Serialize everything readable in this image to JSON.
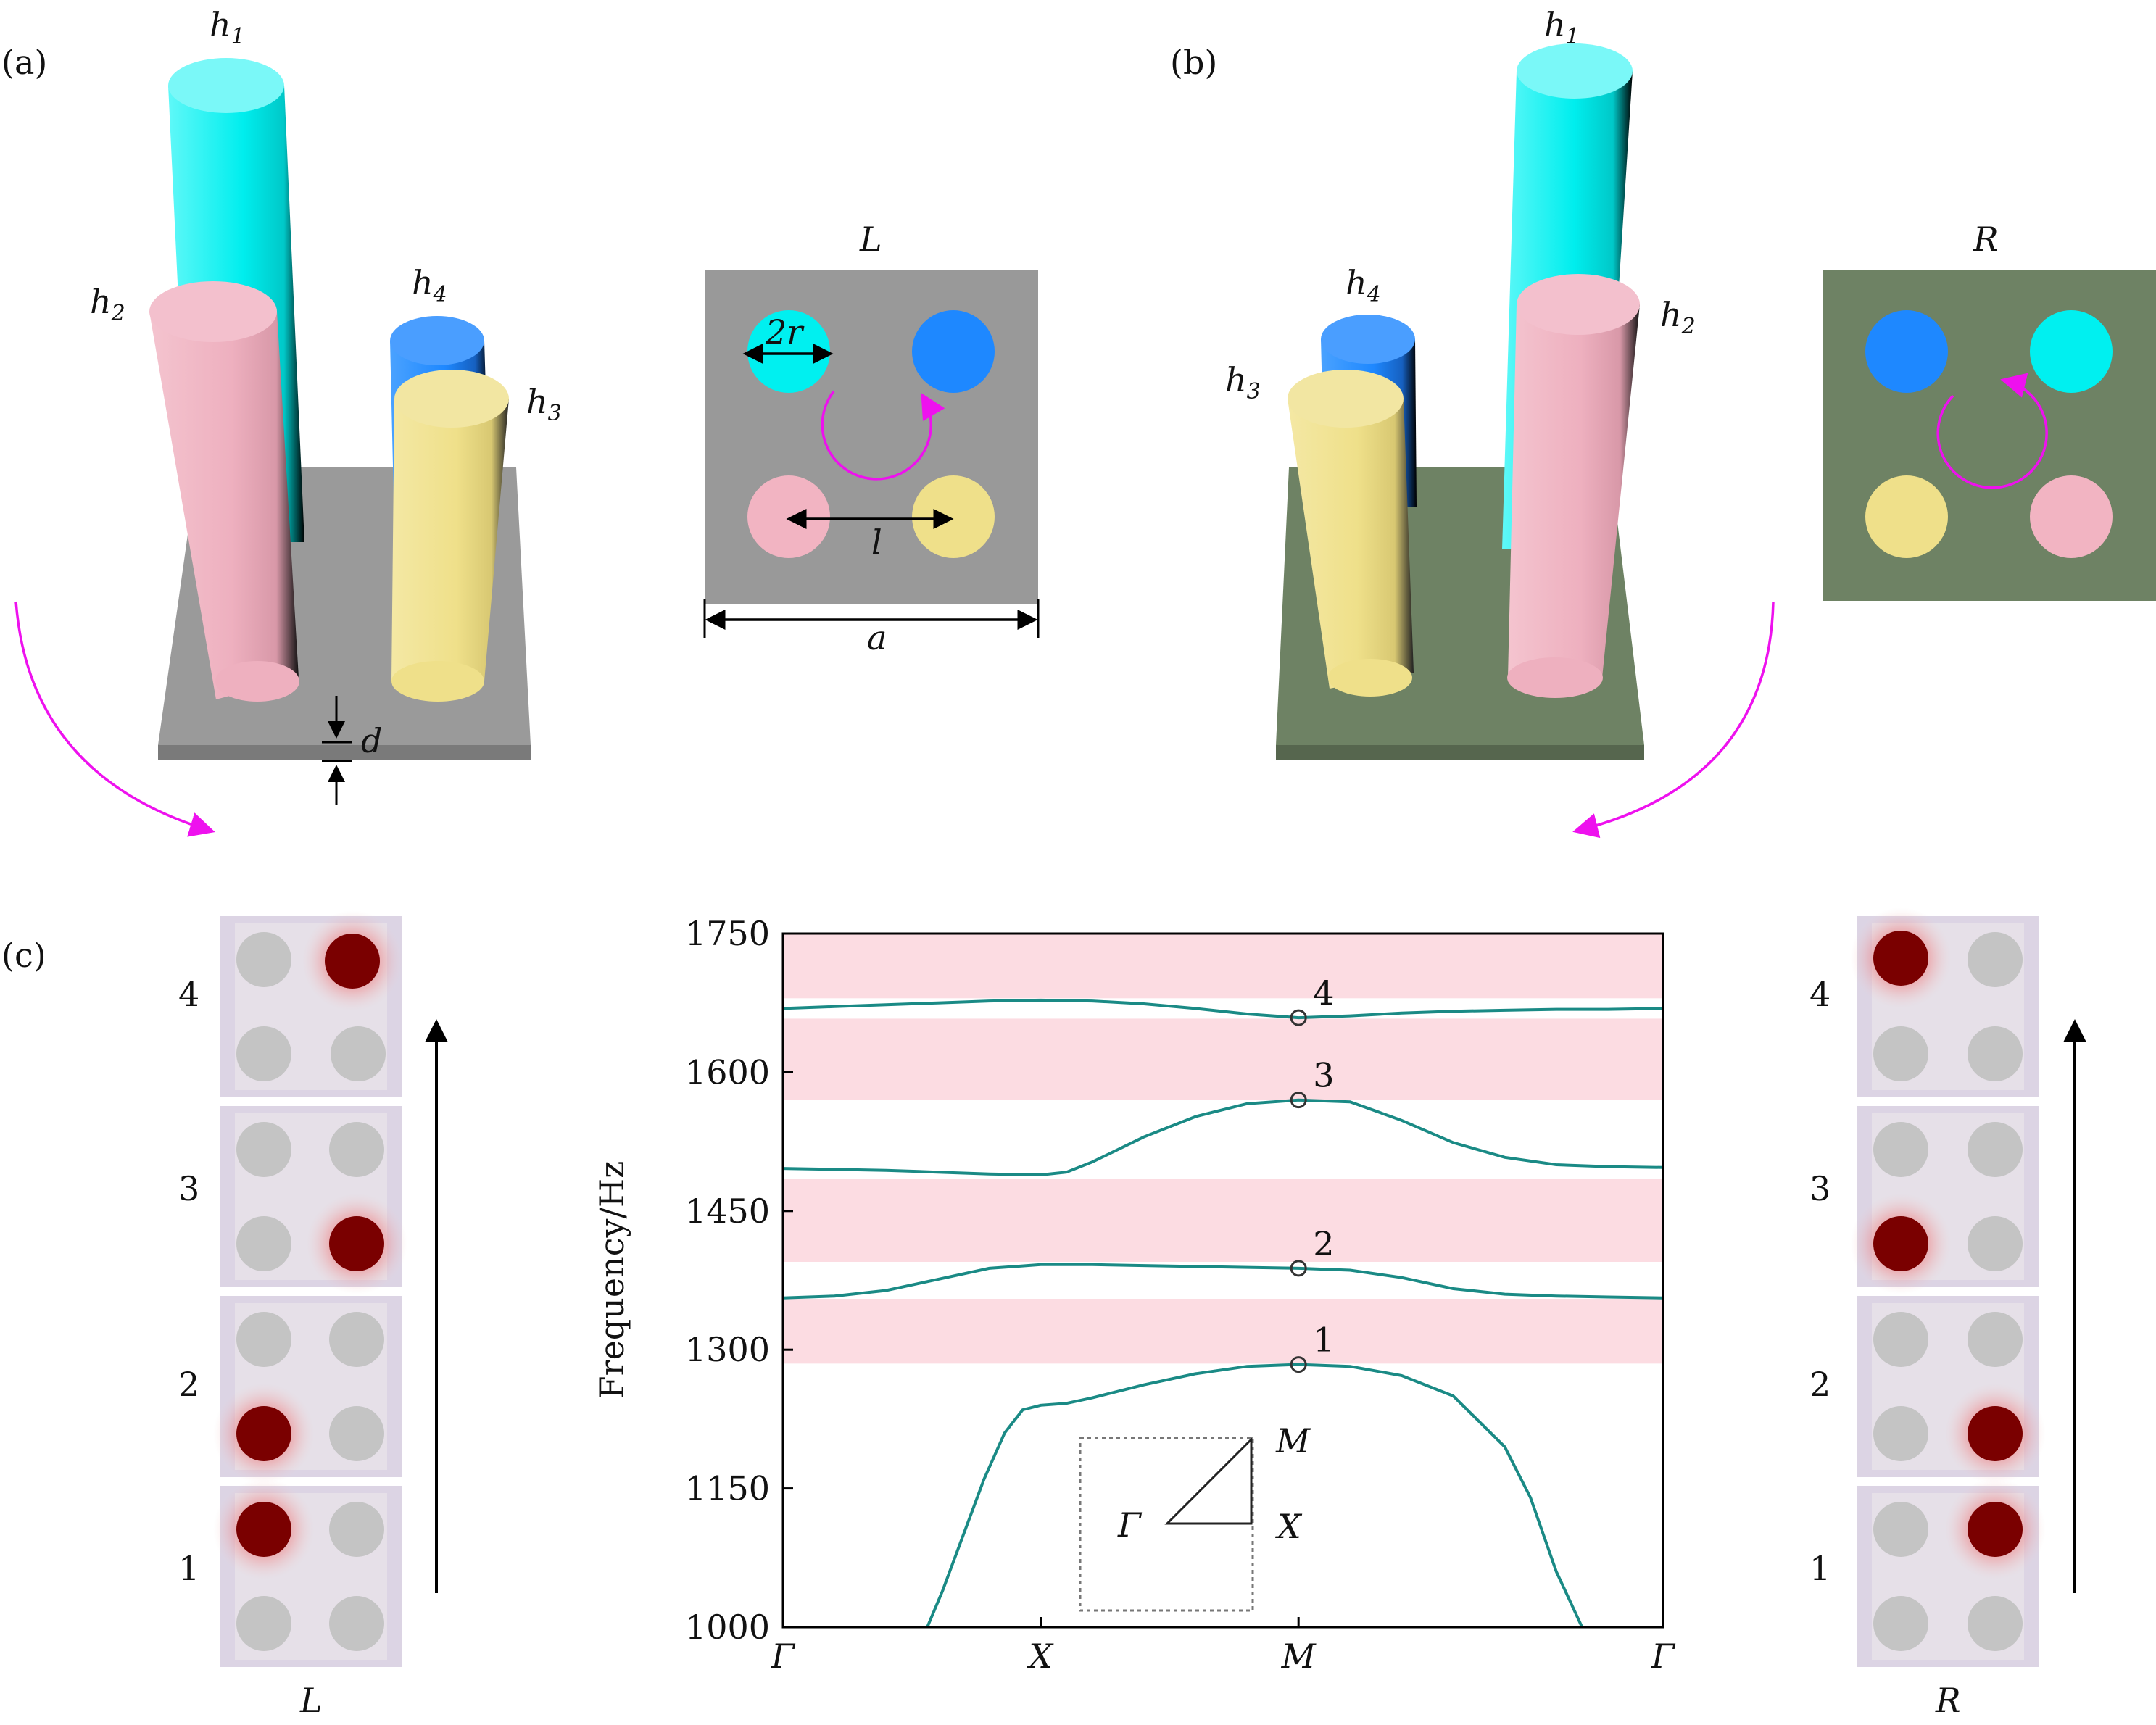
{
  "panels": {
    "a": {
      "tag": "(a)",
      "heights": [
        "h",
        "h",
        "h",
        "h"
      ],
      "height_subscripts": [
        "1",
        "2",
        "3",
        "4"
      ],
      "thickness_label": "d",
      "top_view": {
        "title": "L",
        "diameter_label": "2r",
        "spacing_label": "l",
        "lattice_label": "a"
      }
    },
    "b": {
      "tag": "(b)",
      "top_view": {
        "title": "R"
      }
    },
    "c": {
      "tag": "(c)",
      "left_label": "L",
      "right_label": "R",
      "mode_numbers": [
        "1",
        "2",
        "3",
        "4"
      ]
    }
  },
  "colors": {
    "cyan_pillar": "#00f0f0",
    "pink_pillar": "#f0b0c0",
    "blue_pillar": "#1e88ff",
    "yellow_pillar": "#f0e08c",
    "plate_L": "#999999",
    "plate_R": "#6e8264",
    "arrow": "#ee11ee",
    "band_line": "#1a8a85",
    "gap_fill": "#fcdce2"
  },
  "chart_data": {
    "type": "line",
    "title": "",
    "xlabel": "",
    "ylabel": "Frequency/Hz",
    "ylim": [
      1000,
      1750
    ],
    "yticks": [
      1000,
      1150,
      1300,
      1450,
      1600,
      1750
    ],
    "xticks": [
      "Γ",
      "X",
      "M",
      "Γ"
    ],
    "xtick_positions": [
      0,
      1,
      2,
      3.414
    ],
    "grid": false,
    "band_gaps": [
      [
        1285,
        1355
      ],
      [
        1395,
        1485
      ],
      [
        1570,
        1658
      ],
      [
        1680,
        1750
      ]
    ],
    "bands": [
      {
        "x": [
          0.56,
          0.62,
          0.7,
          0.78,
          0.86,
          0.93,
          1.0,
          1.1,
          1.2,
          1.4,
          1.6,
          1.8,
          2.0,
          2.2,
          2.4,
          2.6,
          2.8,
          2.9,
          3.0,
          3.05,
          3.1
        ],
        "y": [
          1000,
          1040,
          1100,
          1160,
          1210,
          1235,
          1240,
          1242,
          1248,
          1262,
          1274,
          1282,
          1284,
          1282,
          1272,
          1250,
          1195,
          1140,
          1060,
          1030,
          1000
        ]
      },
      {
        "x": [
          0,
          0.2,
          0.4,
          0.6,
          0.8,
          1.0,
          1.2,
          1.4,
          1.6,
          1.8,
          2.0,
          2.2,
          2.4,
          2.6,
          2.8,
          3.0,
          3.2,
          3.414
        ],
        "y": [
          1356,
          1358,
          1364,
          1376,
          1388,
          1392,
          1392,
          1391,
          1390,
          1389,
          1388,
          1386,
          1378,
          1366,
          1360,
          1358,
          1357,
          1356
        ]
      },
      {
        "x": [
          0,
          0.2,
          0.4,
          0.6,
          0.8,
          1.0,
          1.1,
          1.2,
          1.4,
          1.6,
          1.8,
          2.0,
          2.2,
          2.4,
          2.6,
          2.8,
          3.0,
          3.2,
          3.414
        ],
        "y": [
          1496,
          1495,
          1494,
          1492,
          1490,
          1489,
          1492,
          1503,
          1530,
          1552,
          1566,
          1570,
          1568,
          1548,
          1524,
          1508,
          1500,
          1498,
          1497
        ]
      },
      {
        "x": [
          0,
          0.2,
          0.4,
          0.6,
          0.8,
          1.0,
          1.2,
          1.4,
          1.6,
          1.8,
          2.0,
          2.2,
          2.4,
          2.6,
          2.8,
          3.0,
          3.2,
          3.414
        ],
        "y": [
          1669,
          1671,
          1673,
          1675,
          1677,
          1678,
          1677,
          1674,
          1669,
          1663,
          1659,
          1661,
          1664,
          1666,
          1667,
          1668,
          1668,
          1669
        ]
      }
    ],
    "mode_markers": [
      {
        "x": 2,
        "y": 1284,
        "label": "1"
      },
      {
        "x": 2,
        "y": 1388,
        "label": "2"
      },
      {
        "x": 2,
        "y": 1570,
        "label": "3"
      },
      {
        "x": 2,
        "y": 1659,
        "label": "4"
      }
    ],
    "inset_labels": {
      "gamma": "Γ",
      "x": "X",
      "m": "M"
    }
  }
}
